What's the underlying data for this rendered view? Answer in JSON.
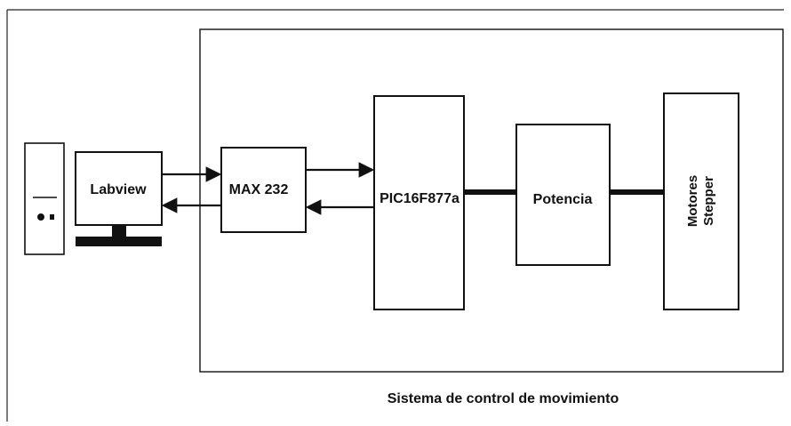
{
  "diagram": {
    "blocks": {
      "labview": "Labview",
      "max232": "MAX 232",
      "pic": "PIC16F877a",
      "potencia": "Potencia",
      "motores_line1": "Motores",
      "motores_line2": "Stepper"
    },
    "system_caption": "Sistema de control de movimiento"
  }
}
